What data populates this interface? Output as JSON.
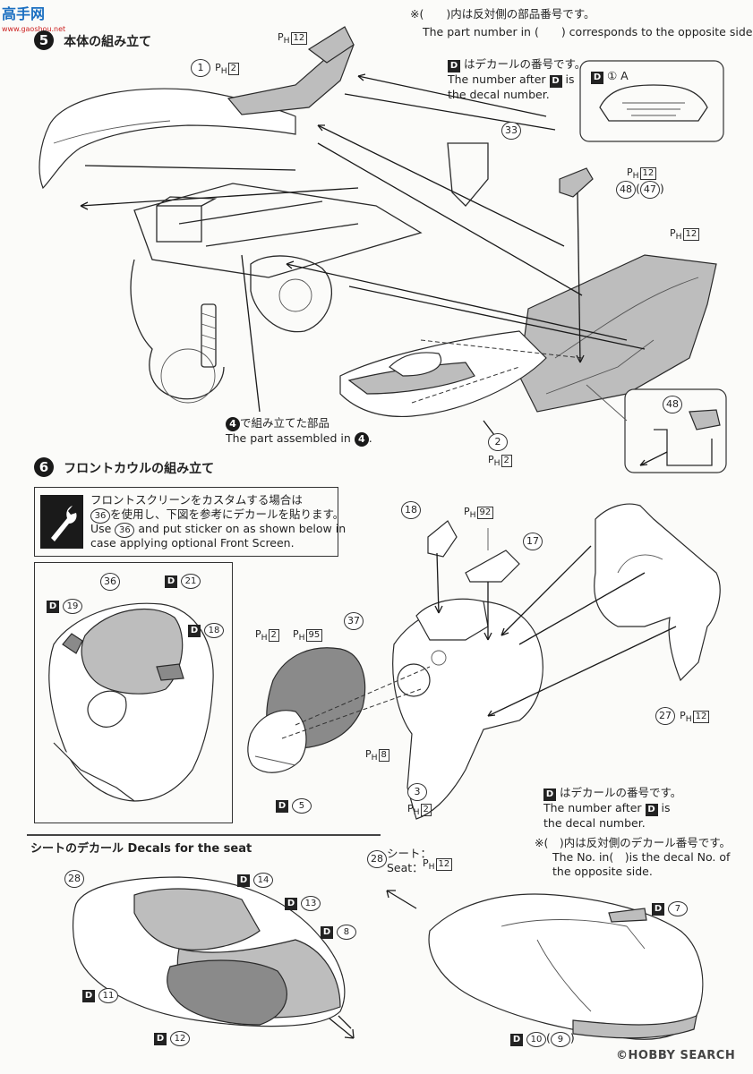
{
  "watermark_top": {
    "logo": "高手网",
    "url": "www.gaoshou.net"
  },
  "step5": {
    "num": "5",
    "title": "本体の組み立て",
    "note_jp": "※(　　)内は反対側の部品番号です。",
    "note_en": "The part number in (　　) corresponds to the opposite side.",
    "decal_note_jp": "はデカールの番号です。",
    "decal_note_en1": "The number after",
    "decal_note_en2": "is",
    "decal_note_en3": "the decal number.",
    "decal_d": "D",
    "inset_label": "① A",
    "parts": {
      "p1": "1",
      "p1_ph": "H",
      "p1_box": "2",
      "p12a_ph": "H",
      "p12a_box": "12",
      "p33": "33",
      "p48": "48",
      "p47": "47",
      "p12b_ph": "H",
      "p12b_box": "12",
      "p12c_ph": "H",
      "p12c_box": "12",
      "p2": "2",
      "p2_ph": "H",
      "p2_box": "2",
      "p48_inset": "48"
    },
    "assembled_num": "4",
    "assembled_jp": "で組み立てた部品",
    "assembled_en": "The part assembled in"
  },
  "step6": {
    "num": "6",
    "title": "フロントカウルの組み立て",
    "custom_jp1": "フロントスクリーンをカスタムする場合は",
    "custom_jp2": "を使用し、下図を参考にデカールを貼ります。",
    "custom_en1": "Use",
    "custom_en2": "and put sticker on as shown below in",
    "custom_en3": "case applying optional Front Screen.",
    "custom_part": "36",
    "parts": {
      "p36": "36",
      "d21": "21",
      "d19": "19",
      "d18": "18",
      "p18": "18",
      "p92_ph": "H",
      "p92_box": "92",
      "p17": "17",
      "p2_ph": "H",
      "p2_box": "2",
      "p95_ph": "H",
      "p95_box": "95",
      "p37": "37",
      "p8_ph": "H",
      "p8_box": "8",
      "p3": "3",
      "p3_ph": "H",
      "p3_box": "2",
      "d5": "5",
      "p27": "27",
      "p27_ph": "H",
      "p27_box": "12"
    },
    "decal_note_jp": "はデカールの番号です。",
    "decal_note_en1": "The number after",
    "decal_note_en2": "is",
    "decal_note_en3": "the decal number."
  },
  "seat": {
    "title": "シートのデカール Decals for the seat",
    "p28": "28",
    "seat_jp": "シート：",
    "seat_en": "Seat：",
    "seat_ph": "H",
    "seat_box": "12",
    "note_jp": "※(　)内は反対側のデカール番号です。",
    "note_en1": "The No. in(　)is the decal No. of",
    "note_en2": "the opposite side.",
    "d14": "14",
    "d13": "13",
    "d8": "8",
    "d11": "11",
    "d12": "12",
    "d7": "7",
    "d10": "10",
    "d9": "9"
  },
  "watermark_bottom": "©HOBBY SEARCH"
}
